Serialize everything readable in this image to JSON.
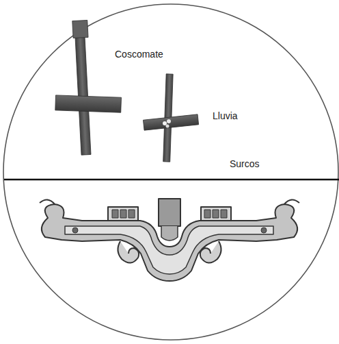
{
  "diagram": {
    "labels": [
      "Coscomate",
      "Lluvia",
      "Surcos"
    ]
  }
}
